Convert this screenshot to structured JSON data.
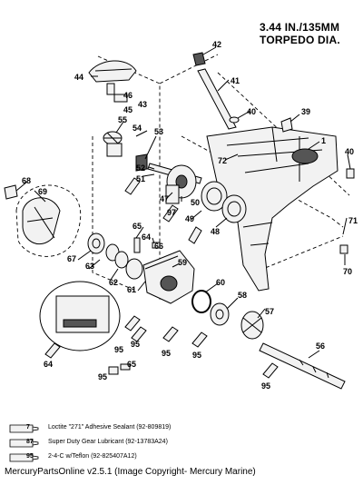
{
  "title": {
    "line1": "3.44 IN./135MM",
    "line2": "TORPEDO DIA."
  },
  "callouts": [
    "42",
    "41",
    "44",
    "46",
    "43",
    "45",
    "40",
    "39",
    "1",
    "40",
    "55",
    "54",
    "53",
    "72",
    "52",
    "51",
    "50",
    "47",
    "49",
    "48",
    "68",
    "69",
    "97",
    "71",
    "65",
    "64",
    "66",
    "67",
    "63",
    "62",
    "61",
    "59",
    "60",
    "70",
    "58",
    "57",
    "95",
    "95",
    "95",
    "56",
    "95",
    "65",
    "64",
    "95",
    "95"
  ],
  "legend": [
    {
      "code": "7",
      "text": "Loctite \"271\" Adhesive Sealant (92-809819)"
    },
    {
      "code": "87",
      "text": "Super Duty Gear Lubricant (92-13783A24)"
    },
    {
      "code": "95",
      "text": "2-4-C w/Teflon (92-825407A12)"
    }
  ],
  "footer": "MercuryPartsOnline v2.5.1 (Image Copyright- Mercury Marine)"
}
